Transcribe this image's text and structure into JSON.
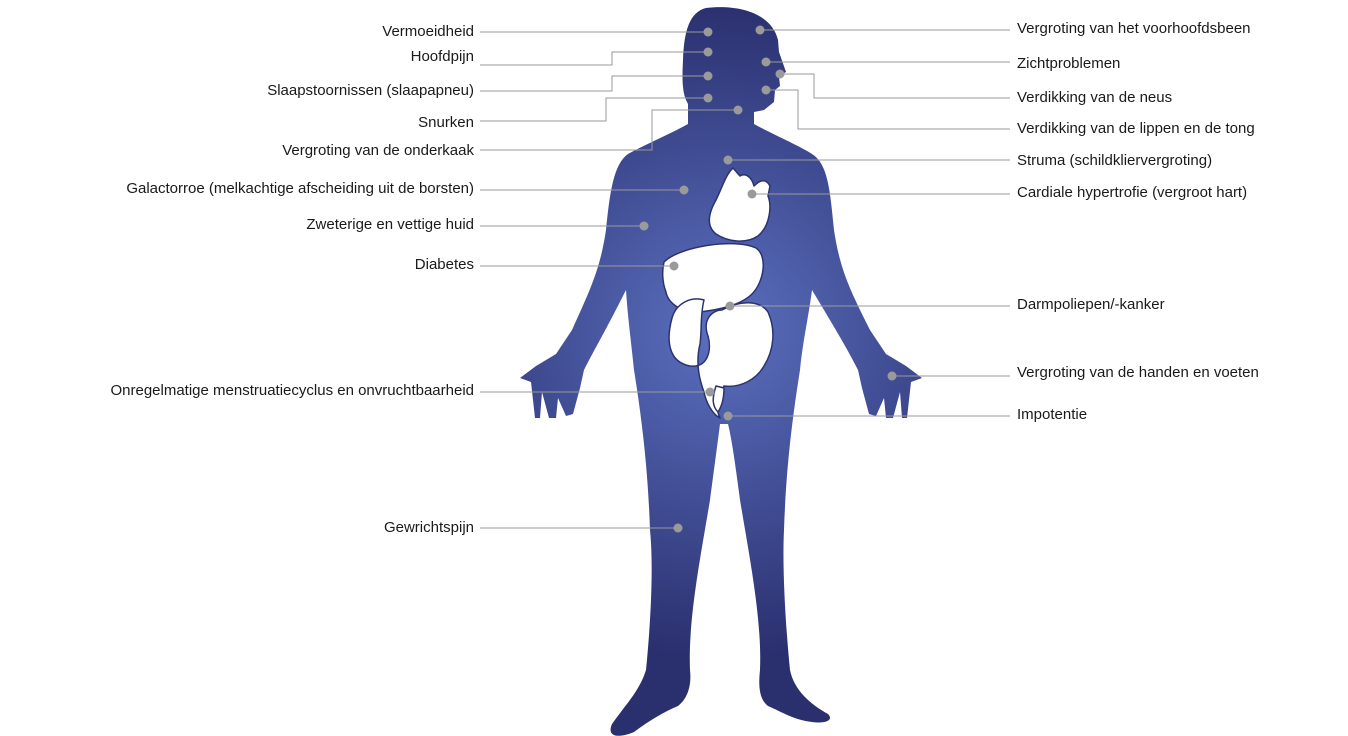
{
  "left_labels": [
    "Vermoeidheid",
    "Hoofdpijn",
    "Slaapstoornissen (slaapapneu)",
    "Snurken",
    "Vergroting van de onderkaak",
    "Galactorroe (melkachtige afscheiding uit de borsten)",
    "Zweterige en vettige huid",
    "Diabetes",
    "Onregelmatige menstruatiecyclus en onvruchtbaarheid",
    "Gewrichtspijn"
  ],
  "right_labels": [
    "Vergroting van het voorhoofdsbeen",
    "Zichtproblemen",
    "Verdikking van de neus",
    "Verdikking van de lippen en de tong",
    "Struma (schildkliervergroting)",
    "Cardiale hypertrofie (vergroot hart)",
    "Darmpoliepen/-kanker",
    "Vergroting van de handen en voeten",
    "Impotentie"
  ],
  "colors": {
    "body_center": "#5b70bf",
    "body_edge": "#2a2f6e",
    "organ_fill": "#ffffff",
    "organ_stroke": "#2b3270",
    "leader_line": "#9a9a9a",
    "dot": "#9a9a9a"
  }
}
